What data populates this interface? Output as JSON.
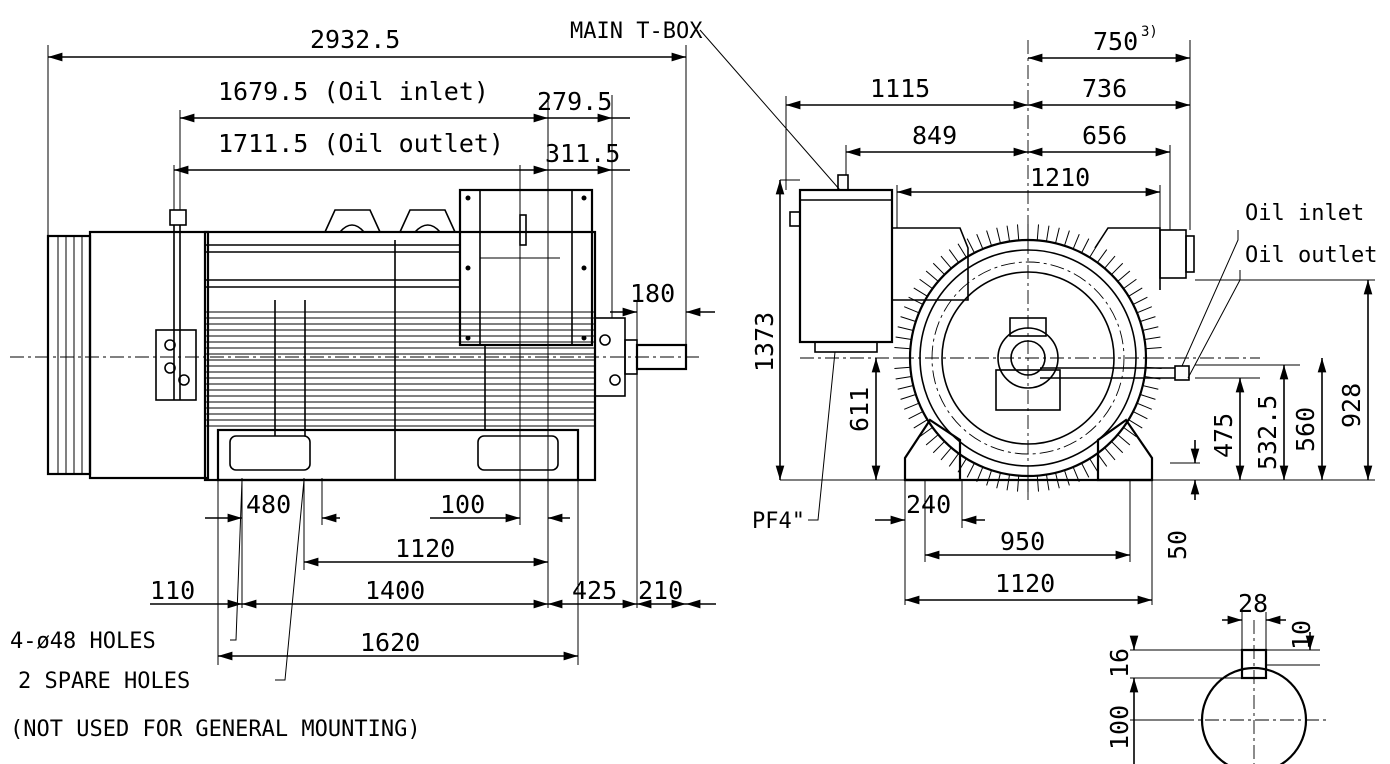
{
  "side_view": {
    "dim_overall": "2932.5",
    "dim_oil_inlet": "1679.5 (Oil inlet)",
    "dim_oil_outlet": "1711.5 (Oil outlet)",
    "dim_279": "279.5",
    "dim_311": "311.5",
    "dim_180": "180",
    "dim_480": "480",
    "dim_100": "100",
    "dim_1120": "1120",
    "dim_110": "110",
    "dim_1400": "1400",
    "dim_425": "425",
    "dim_210": "210",
    "dim_1620": "1620",
    "label_main_tbox": "MAIN T-BOX",
    "label_holes": "4-ø48 HOLES",
    "label_spare": "2 SPARE HOLES",
    "label_not_used": "(NOT USED FOR GENERAL MOUNTING)"
  },
  "end_view": {
    "dim_750": "750",
    "dim_750_note": "3)",
    "dim_1115": "1115",
    "dim_736": "736",
    "dim_849": "849",
    "dim_656": "656",
    "dim_1210": "1210",
    "dim_1373": "1373",
    "dim_611": "611",
    "dim_475": "475",
    "dim_532": "532.5",
    "dim_560": "560",
    "dim_928": "928",
    "dim_240": "240",
    "dim_950": "950",
    "dim_1120": "1120",
    "dim_50": "50",
    "label_pf4": "PF4\"",
    "label_oil_inlet": "Oil inlet",
    "label_oil_outlet": "Oil outlet"
  },
  "shaft_detail": {
    "dim_28": "28",
    "dim_10": "10",
    "dim_16": "16",
    "dim_100": "100"
  },
  "colors": {
    "line": "#000000",
    "background": "#ffffff"
  }
}
